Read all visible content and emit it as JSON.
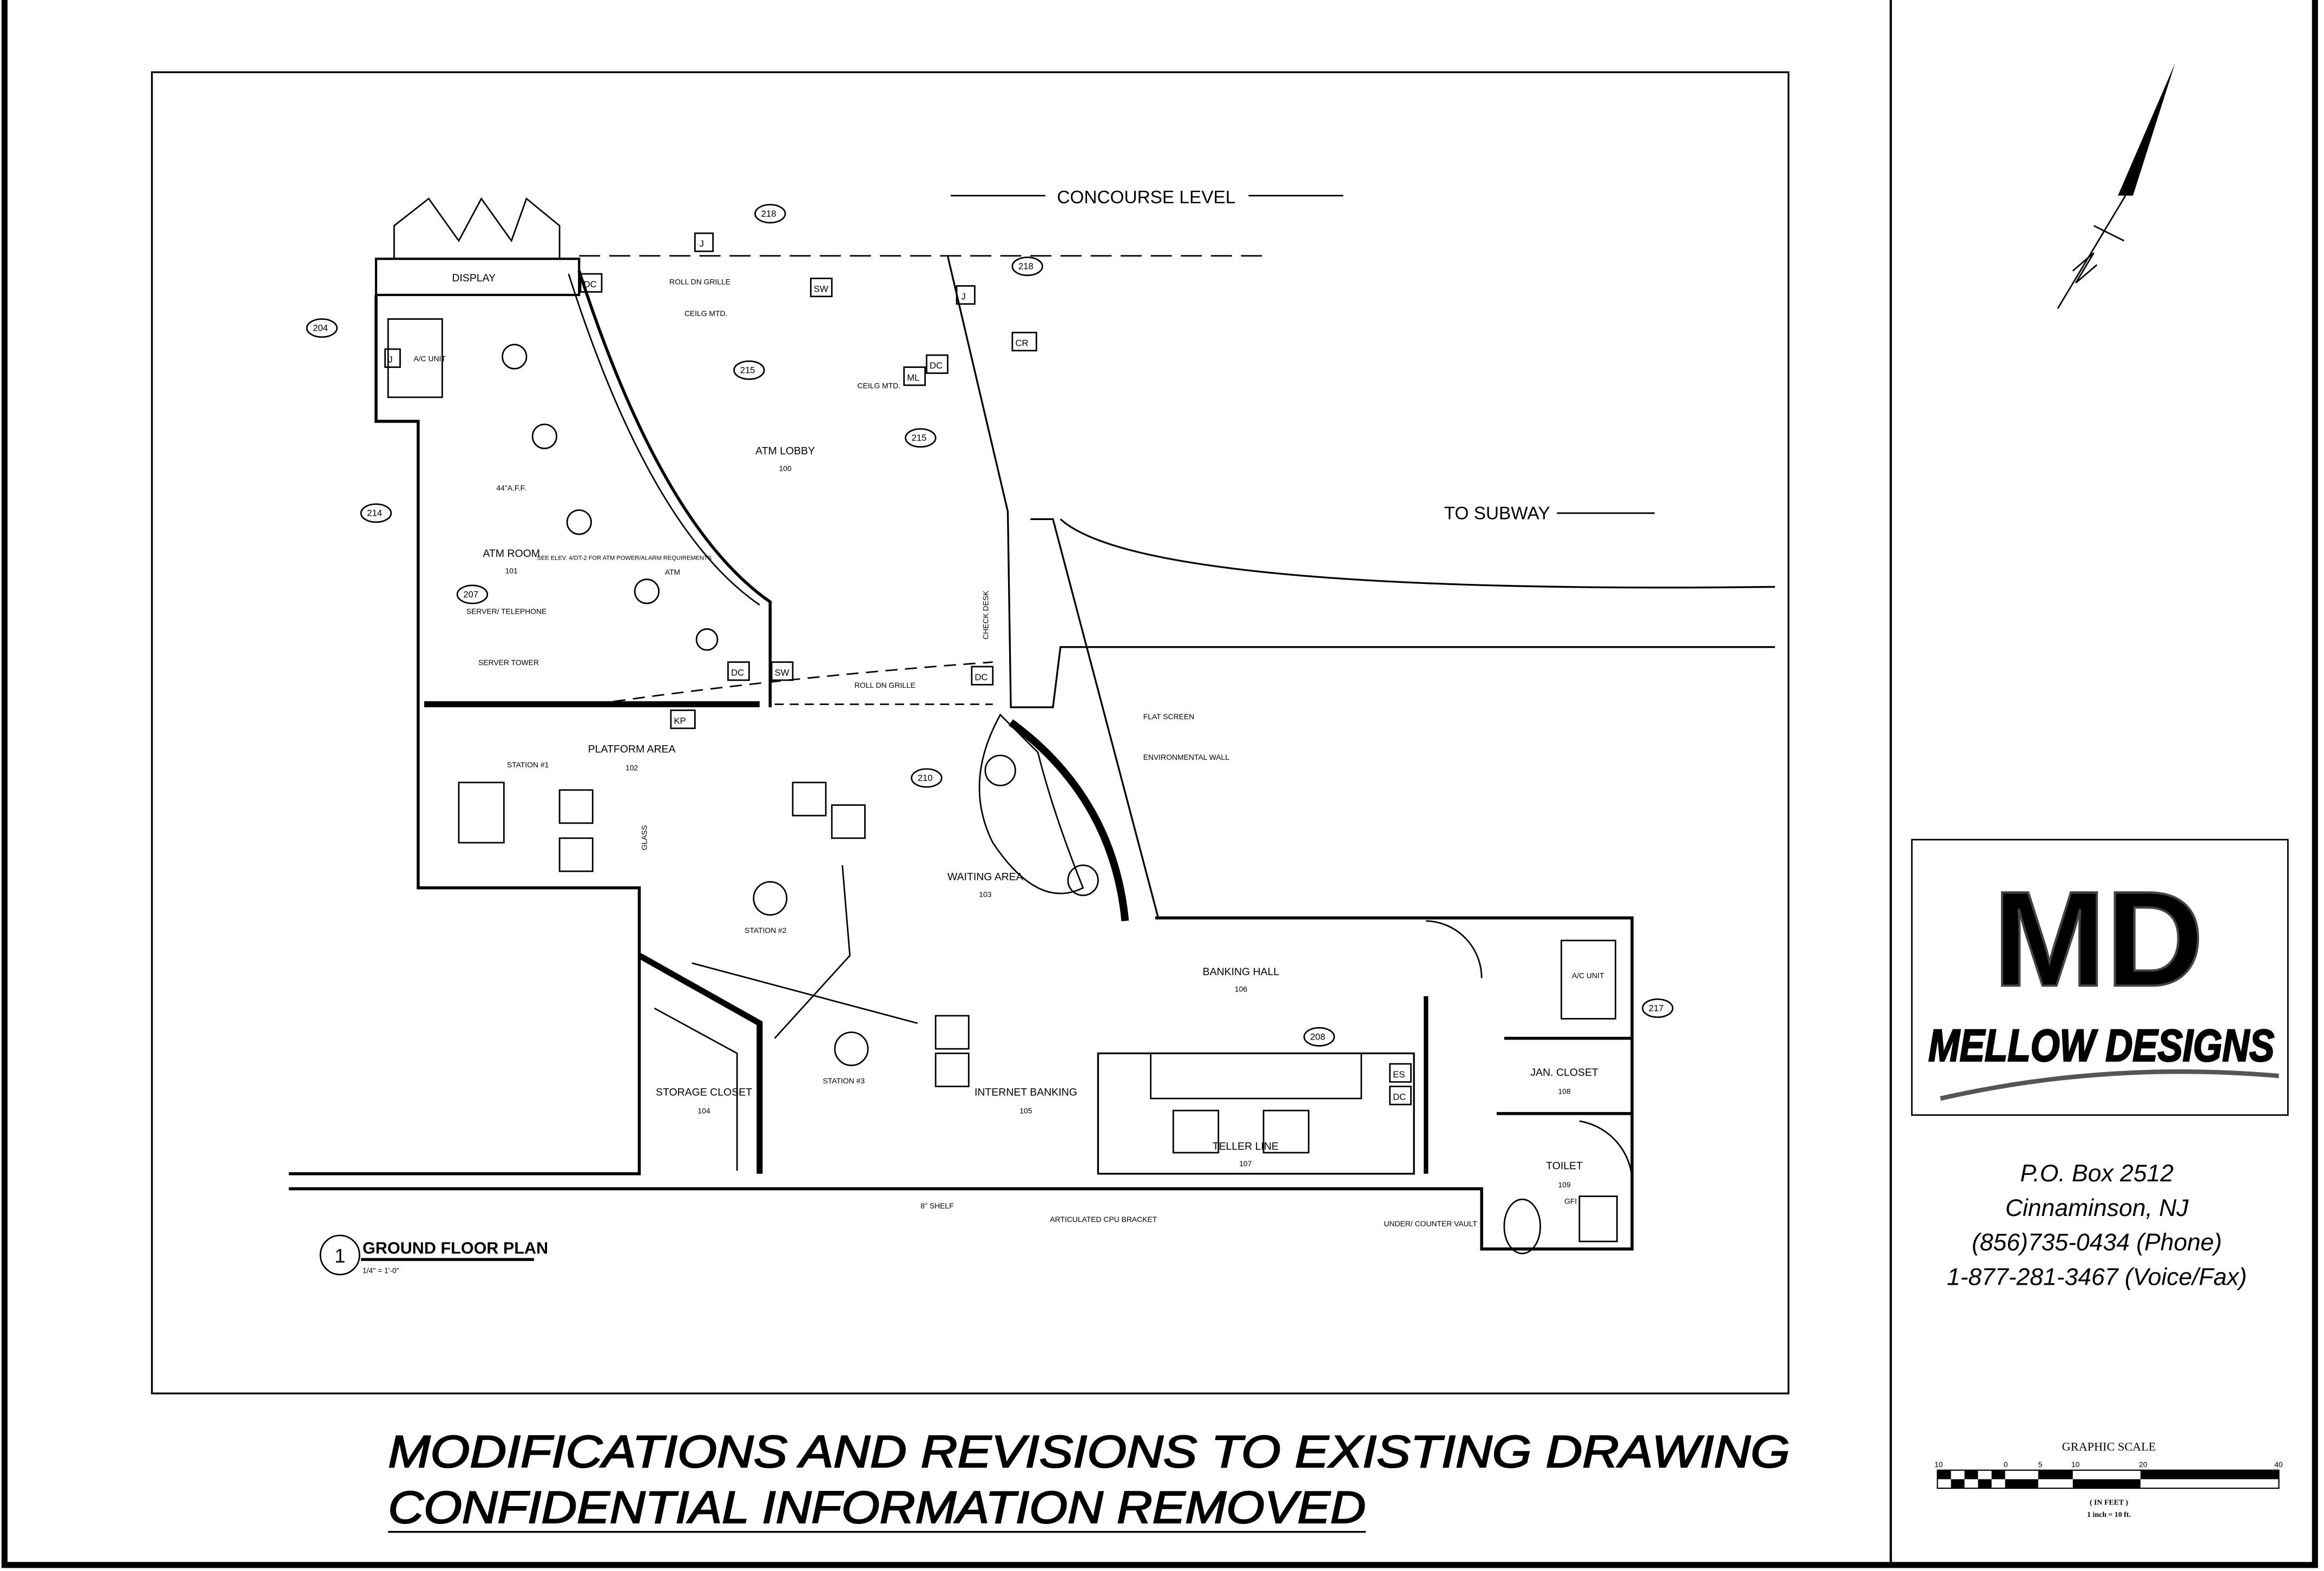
{
  "plan": {
    "title": "GROUND FLOOR PLAN",
    "number": "1",
    "scale": "1/4\" = 1'-0\"",
    "concourse": "CONCOURSE LEVEL",
    "to_subway": "TO SUBWAY",
    "rooms": {
      "display": "DISPLAY",
      "atm_room": "ATM ROOM",
      "atm_room_no": "101",
      "atm_lobby": "ATM LOBBY",
      "atm_lobby_no": "100",
      "platform": "PLATFORM AREA",
      "platform_no": "102",
      "waiting": "WAITING AREA",
      "waiting_no": "103",
      "banking_hall": "BANKING HALL",
      "banking_hall_no": "106",
      "storage": "STORAGE CLOSET",
      "storage_no": "104",
      "internet": "INTERNET BANKING",
      "internet_no": "105",
      "teller": "TELLER LINE",
      "teller_no": "107",
      "jan": "JAN. CLOSET",
      "jan_no": "108",
      "toilet": "TOILET",
      "toilet_no": "109"
    },
    "notes": {
      "roll_grille_top": "ROLL DN GRILLE",
      "roll_grille_bottom": "ROLL DN GRILLE",
      "ceil_mtd_1": "CEILG MTD.",
      "ceil_mtd_2": "CEILG MTD.",
      "check_desk": "CHECK DESK",
      "ac_unit_1": "A/C UNIT",
      "ac_unit_2": "A/C UNIT",
      "aff": "44\"A.F.F.",
      "see_elev": "SEE ELEV. 4/DT-2 FOR ATM POWER/ALARM REQUIREMENTS",
      "server_tel": "SERVER/ TELEPHONE",
      "server_tower": "SERVER TOWER",
      "station1": "STATION #1",
      "station2": "STATION #2",
      "station3": "STATION #3",
      "flat_screen": "FLAT SCREEN",
      "env_wall": "ENVIRONMENTAL WALL",
      "shelf": "8\" SHELF",
      "cpu": "ARTICULATED CPU BRACKET",
      "under_vault": "UNDER/ COUNTER VAULT",
      "glass": "GLASS",
      "atm": "ATM",
      "gfi": "GFI"
    },
    "tags": [
      "DC",
      "SW",
      "DC",
      "SW",
      "DC",
      "ML",
      "DC",
      "CR",
      "J",
      "J",
      "J",
      "KP",
      "ES",
      "DC"
    ],
    "callouts": [
      "218",
      "218",
      "215",
      "215",
      "204",
      "214",
      "217",
      "210",
      "208",
      "207"
    ]
  },
  "footer": {
    "line1": "MODIFICATIONS AND REVISIONS TO EXISTING DRAWING",
    "line2": "CONFIDENTIAL INFORMATION REMOVED"
  },
  "company": {
    "logo_text": "MELLOW DESIGNS",
    "logo_letters": "MD",
    "address1": "P.O. Box 2512",
    "address2": "Cinnaminson, NJ",
    "phone": "(856)735-0434 (Phone)",
    "fax": "1-877-281-3467 (Voice/Fax)"
  },
  "scale_bar": {
    "title": "GRAPHIC SCALE",
    "ticks": [
      "10",
      "0",
      "5",
      "10",
      "20",
      "40"
    ],
    "units": "( IN FEET )",
    "ratio": "1 inch = 10  ft."
  }
}
